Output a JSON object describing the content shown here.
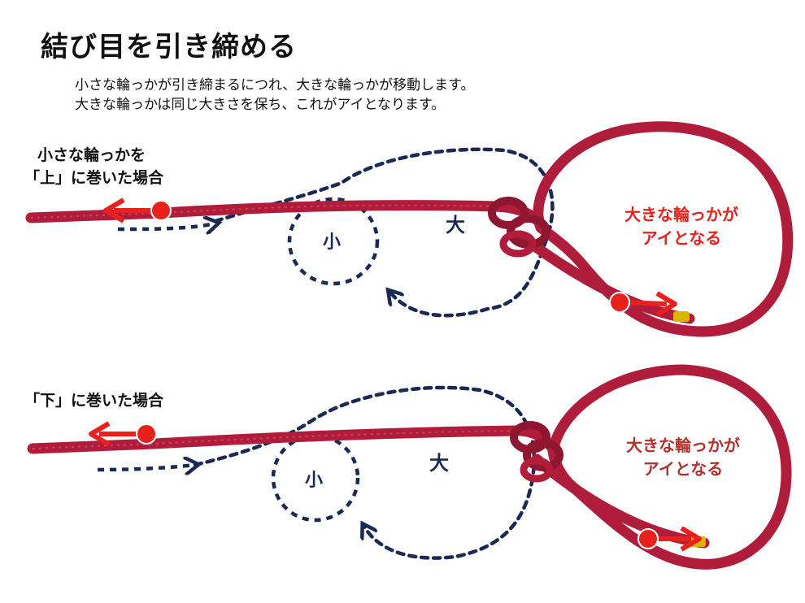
{
  "title": "結び目を引き締める",
  "description": {
    "line1": "小さな輪っかが引き締まるにつれ、大きな輪っかが移動します。",
    "line2": "大きな輪っかは同じ大きさを保ち、これがアイとなります。"
  },
  "cases": [
    {
      "label_line1": "小さな輪っかを",
      "label_line2": "「上」に巻いた場合",
      "small_loop": "小",
      "large_loop": "大",
      "eye_line1": "大きな輪っかが",
      "eye_line2": "アイとなる",
      "eye_color": "#e8211d"
    },
    {
      "label_line1": "「下」に巻いた場合",
      "small_loop": "小",
      "large_loop": "大",
      "eye_line1": "大きな輪っかが",
      "eye_line2": "アイとなる",
      "eye_color": "#b3312a"
    }
  ],
  "colors": {
    "rope": "#b01d3a",
    "arrow": "#e8211d",
    "dotted": "#1b2a55",
    "rope_end": "#d9b400"
  }
}
